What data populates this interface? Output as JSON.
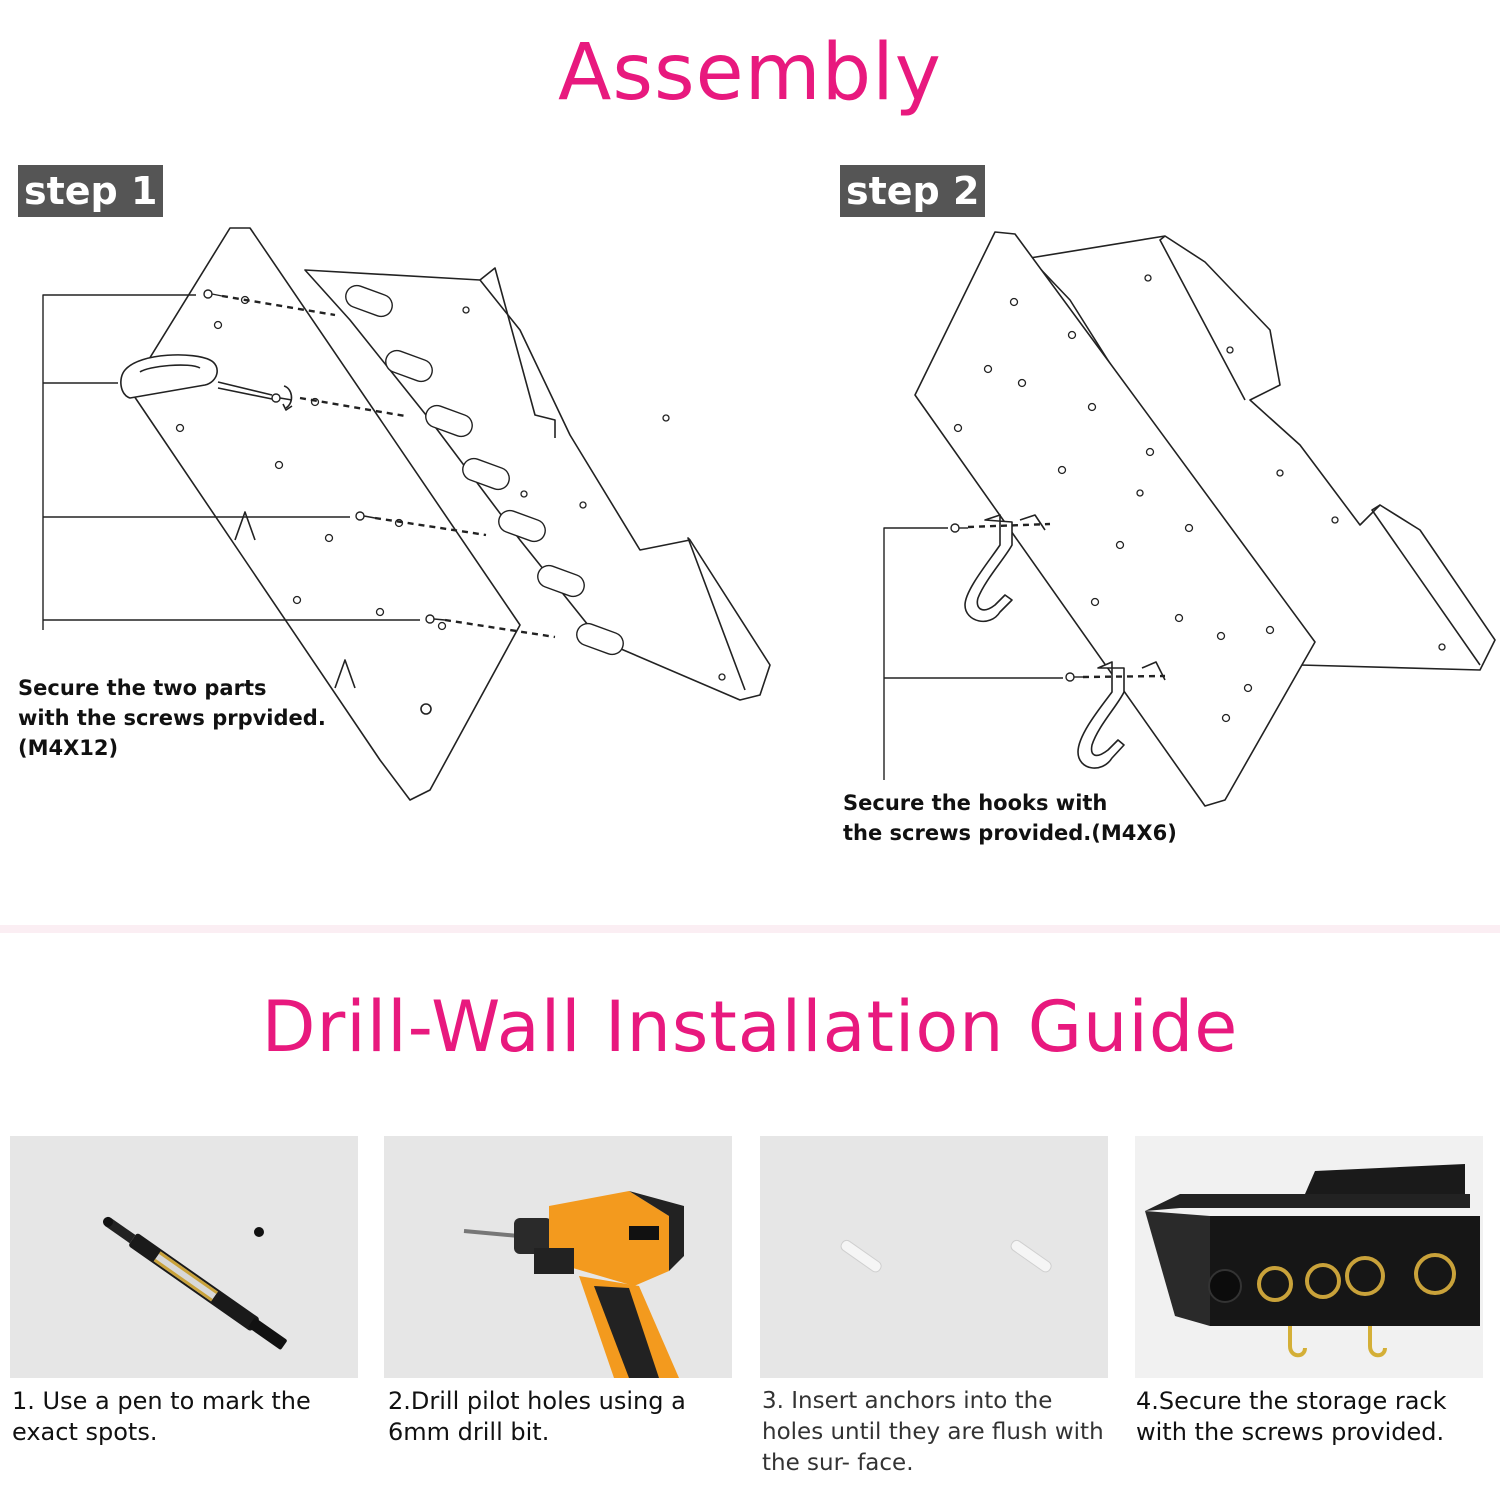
{
  "assembly": {
    "title": "Assembly",
    "step1": {
      "badge": "step 1",
      "caption": [
        "Secure the two parts",
        "with the screws prpvided.",
        "(M4X12)"
      ]
    },
    "step2": {
      "badge": "step 2",
      "caption": [
        "Secure the hooks with",
        "the screws provided.(M4X6)"
      ]
    }
  },
  "install": {
    "title": "Drill-Wall Installation Guide",
    "steps": [
      {
        "text": "1. Use a pen to mark the exact spots.",
        "image": "marker-pen"
      },
      {
        "text": "2.Drill pilot holes using a 6mm drill bit.",
        "image": "power-drill"
      },
      {
        "text": "3.  Insert anchors into the holes until they are flush with the sur- face.",
        "image": "wall-anchors"
      },
      {
        "text": "4.Secure the storage rack with the screws provided.",
        "image": "storage-rack"
      }
    ]
  },
  "colors": {
    "title": "#e8197e",
    "badge": "#555555",
    "divider": "#fbeef3"
  }
}
